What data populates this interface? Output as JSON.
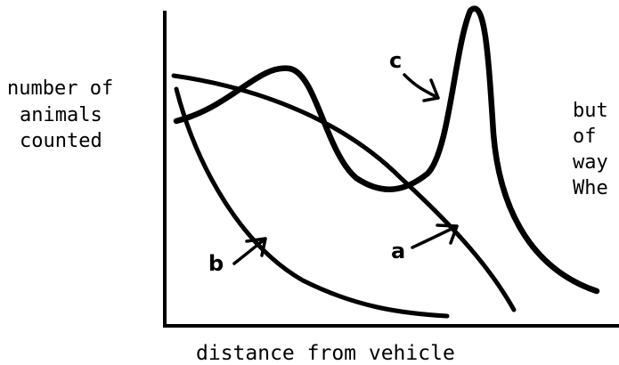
{
  "chart_data": {
    "type": "line",
    "ylabel_lines": [
      "number of",
      "animals",
      "counted"
    ],
    "xlabel": "distance from vehicle",
    "side_text": [
      "but",
      "of",
      "way",
      "Whe"
    ],
    "series": [
      {
        "name": "a"
      },
      {
        "name": "b"
      },
      {
        "name": "c"
      }
    ]
  }
}
